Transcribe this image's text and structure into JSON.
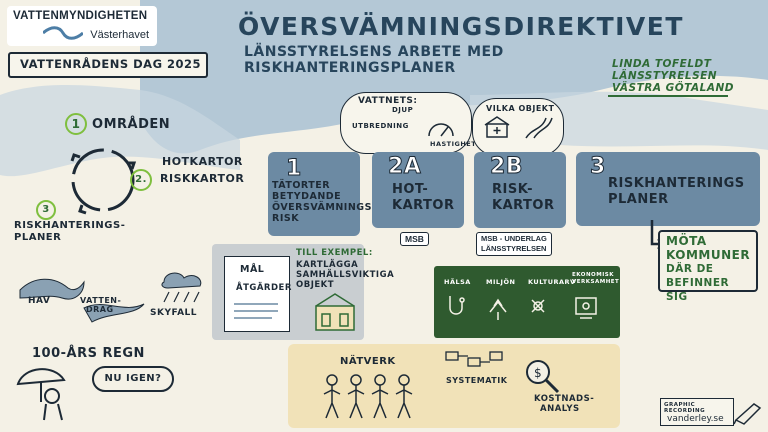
{
  "header": {
    "logo_name": "VATTENMYNDIGHETEN",
    "logo_region": "Västerhavet",
    "event": "VATTENRÅDENS DAG 2025",
    "title": "ÖVERSVÄMNINGSDIREKTIVET",
    "subtitle_line1": "LÄNSSTYRELSENS ARBETE MED",
    "subtitle_line2": "RISKHANTERINGSPLANER",
    "author_line1": "LINDA TOFELDT",
    "author_line2": "LÄNSSTYRELSEN",
    "author_line3": "VÄSTRA GÖTALAND"
  },
  "cycle": {
    "step1_num": "1",
    "step1": "OMRÅDEN",
    "step2_num": "2.",
    "step2_line1": "HOTKARTOR",
    "step2_line2": "RISKKARTOR",
    "step3_num": "3",
    "step3_line1": "RISKHANTERINGS-",
    "step3_line2": "PLANER"
  },
  "hazards": {
    "hav": "HAV",
    "vattendrag_1": "VATTEN-",
    "vattendrag_2": "DRAG",
    "skyfall": "SKYFALL",
    "regn": "100-ÅRS REGN",
    "nu_igen": "NU IGEN?"
  },
  "steps": [
    {
      "num": "1",
      "lines": [
        "TÄTORTER",
        "BETYDANDE",
        "ÖVERSVÄMNINGS-",
        "RISK"
      ]
    },
    {
      "num": "2A",
      "lines": [
        "HOT-",
        "KARTOR"
      ],
      "tag": "MSB"
    },
    {
      "num": "2B",
      "lines": [
        "RISK-",
        "KARTOR"
      ],
      "tag_line1": "MSB - UNDERLAG",
      "tag_line2": "LÄNSSTYRELSEN"
    },
    {
      "num": "3",
      "lines": [
        "RISKHANTERINGS",
        "PLANER"
      ]
    }
  ],
  "bubbles": {
    "vattnets": "VATTNETS:",
    "djup": "DJUP",
    "utbredning": "UTBREDNING",
    "hastighet": "HASTIGHET",
    "vilka_objekt": "VILKA OBJEKT"
  },
  "mota": {
    "line1": "MÖTA",
    "line2": "KOMMUNER",
    "line3": "DÄR DE",
    "line4": "BEFINNER SIG"
  },
  "goals": {
    "mal": "MÅL",
    "atgarder": "ÅTGÄRDER",
    "example_title": "TILL EXEMPEL:",
    "example_line1": "KARTLÄGGA",
    "example_line2": "SAMHÄLLSVIKTIGA",
    "example_line3": "OBJEKT"
  },
  "categories": {
    "halsa": "HÄLSA",
    "miljon": "MILJÖN",
    "kulturarv": "KULTURARV",
    "ekonomisk_1": "EKONOMISK",
    "ekonomisk_2": "VERKSAMHET"
  },
  "bottom": {
    "natverk": "NÄTVERK",
    "systematik": "SYSTEMATIK",
    "kostnad_1": "KOSTNADS-",
    "kostnad_2": "ANALYS"
  },
  "credit": {
    "line1": "GRAPHIC RECORDING",
    "line2": "vanderley.se"
  },
  "colors": {
    "box_blue": "#6c8aa3",
    "dark_green": "#2f5a2f",
    "accent_green": "#7fbf3f",
    "sand": "#f1e2b8",
    "grey_panel": "#c9ced1"
  }
}
